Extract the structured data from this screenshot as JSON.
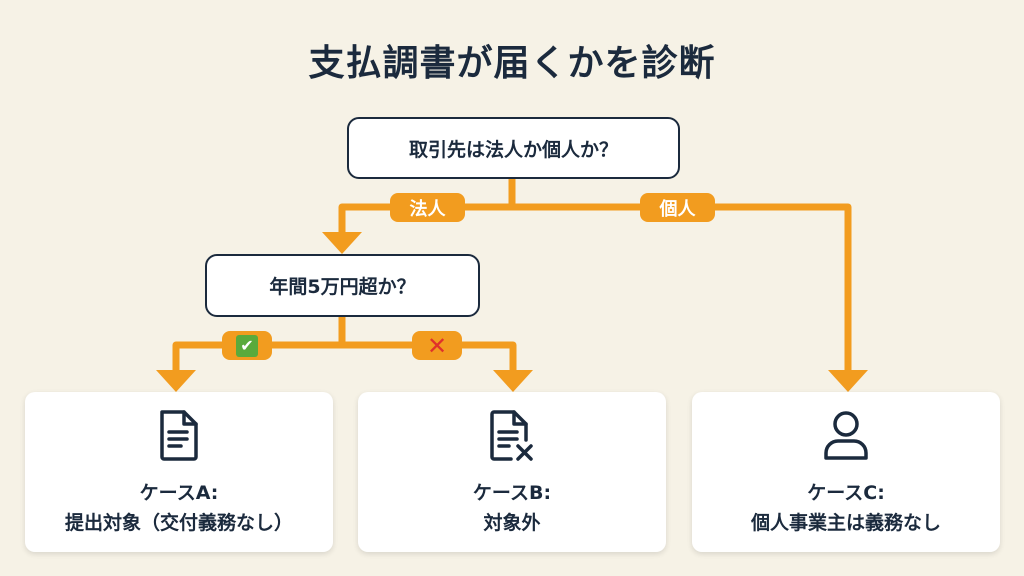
{
  "title": "支払調書が届くかを診断",
  "colors": {
    "accent": "#f29c1f",
    "text": "#1b2a3d",
    "background": "#f6f2e6",
    "check": "#5aaa3c",
    "cross": "#e0312b"
  },
  "question1": "取引先は法人か個人か？",
  "branch_labels": {
    "corporate": "法人",
    "individual": "個人",
    "yes_icon": "check-mark",
    "no_icon": "cross-mark"
  },
  "question2": "年間5万円超か？",
  "yes_symbol": "✔",
  "no_symbol": "✕",
  "cases": [
    {
      "icon": "document-icon",
      "title": "ケースA:",
      "desc": "提出対象（交付義務なし）"
    },
    {
      "icon": "document-x-icon",
      "title": "ケースB:",
      "desc": "対象外"
    },
    {
      "icon": "person-icon",
      "title": "ケースC:",
      "desc": "個人事業主は義務なし"
    }
  ]
}
